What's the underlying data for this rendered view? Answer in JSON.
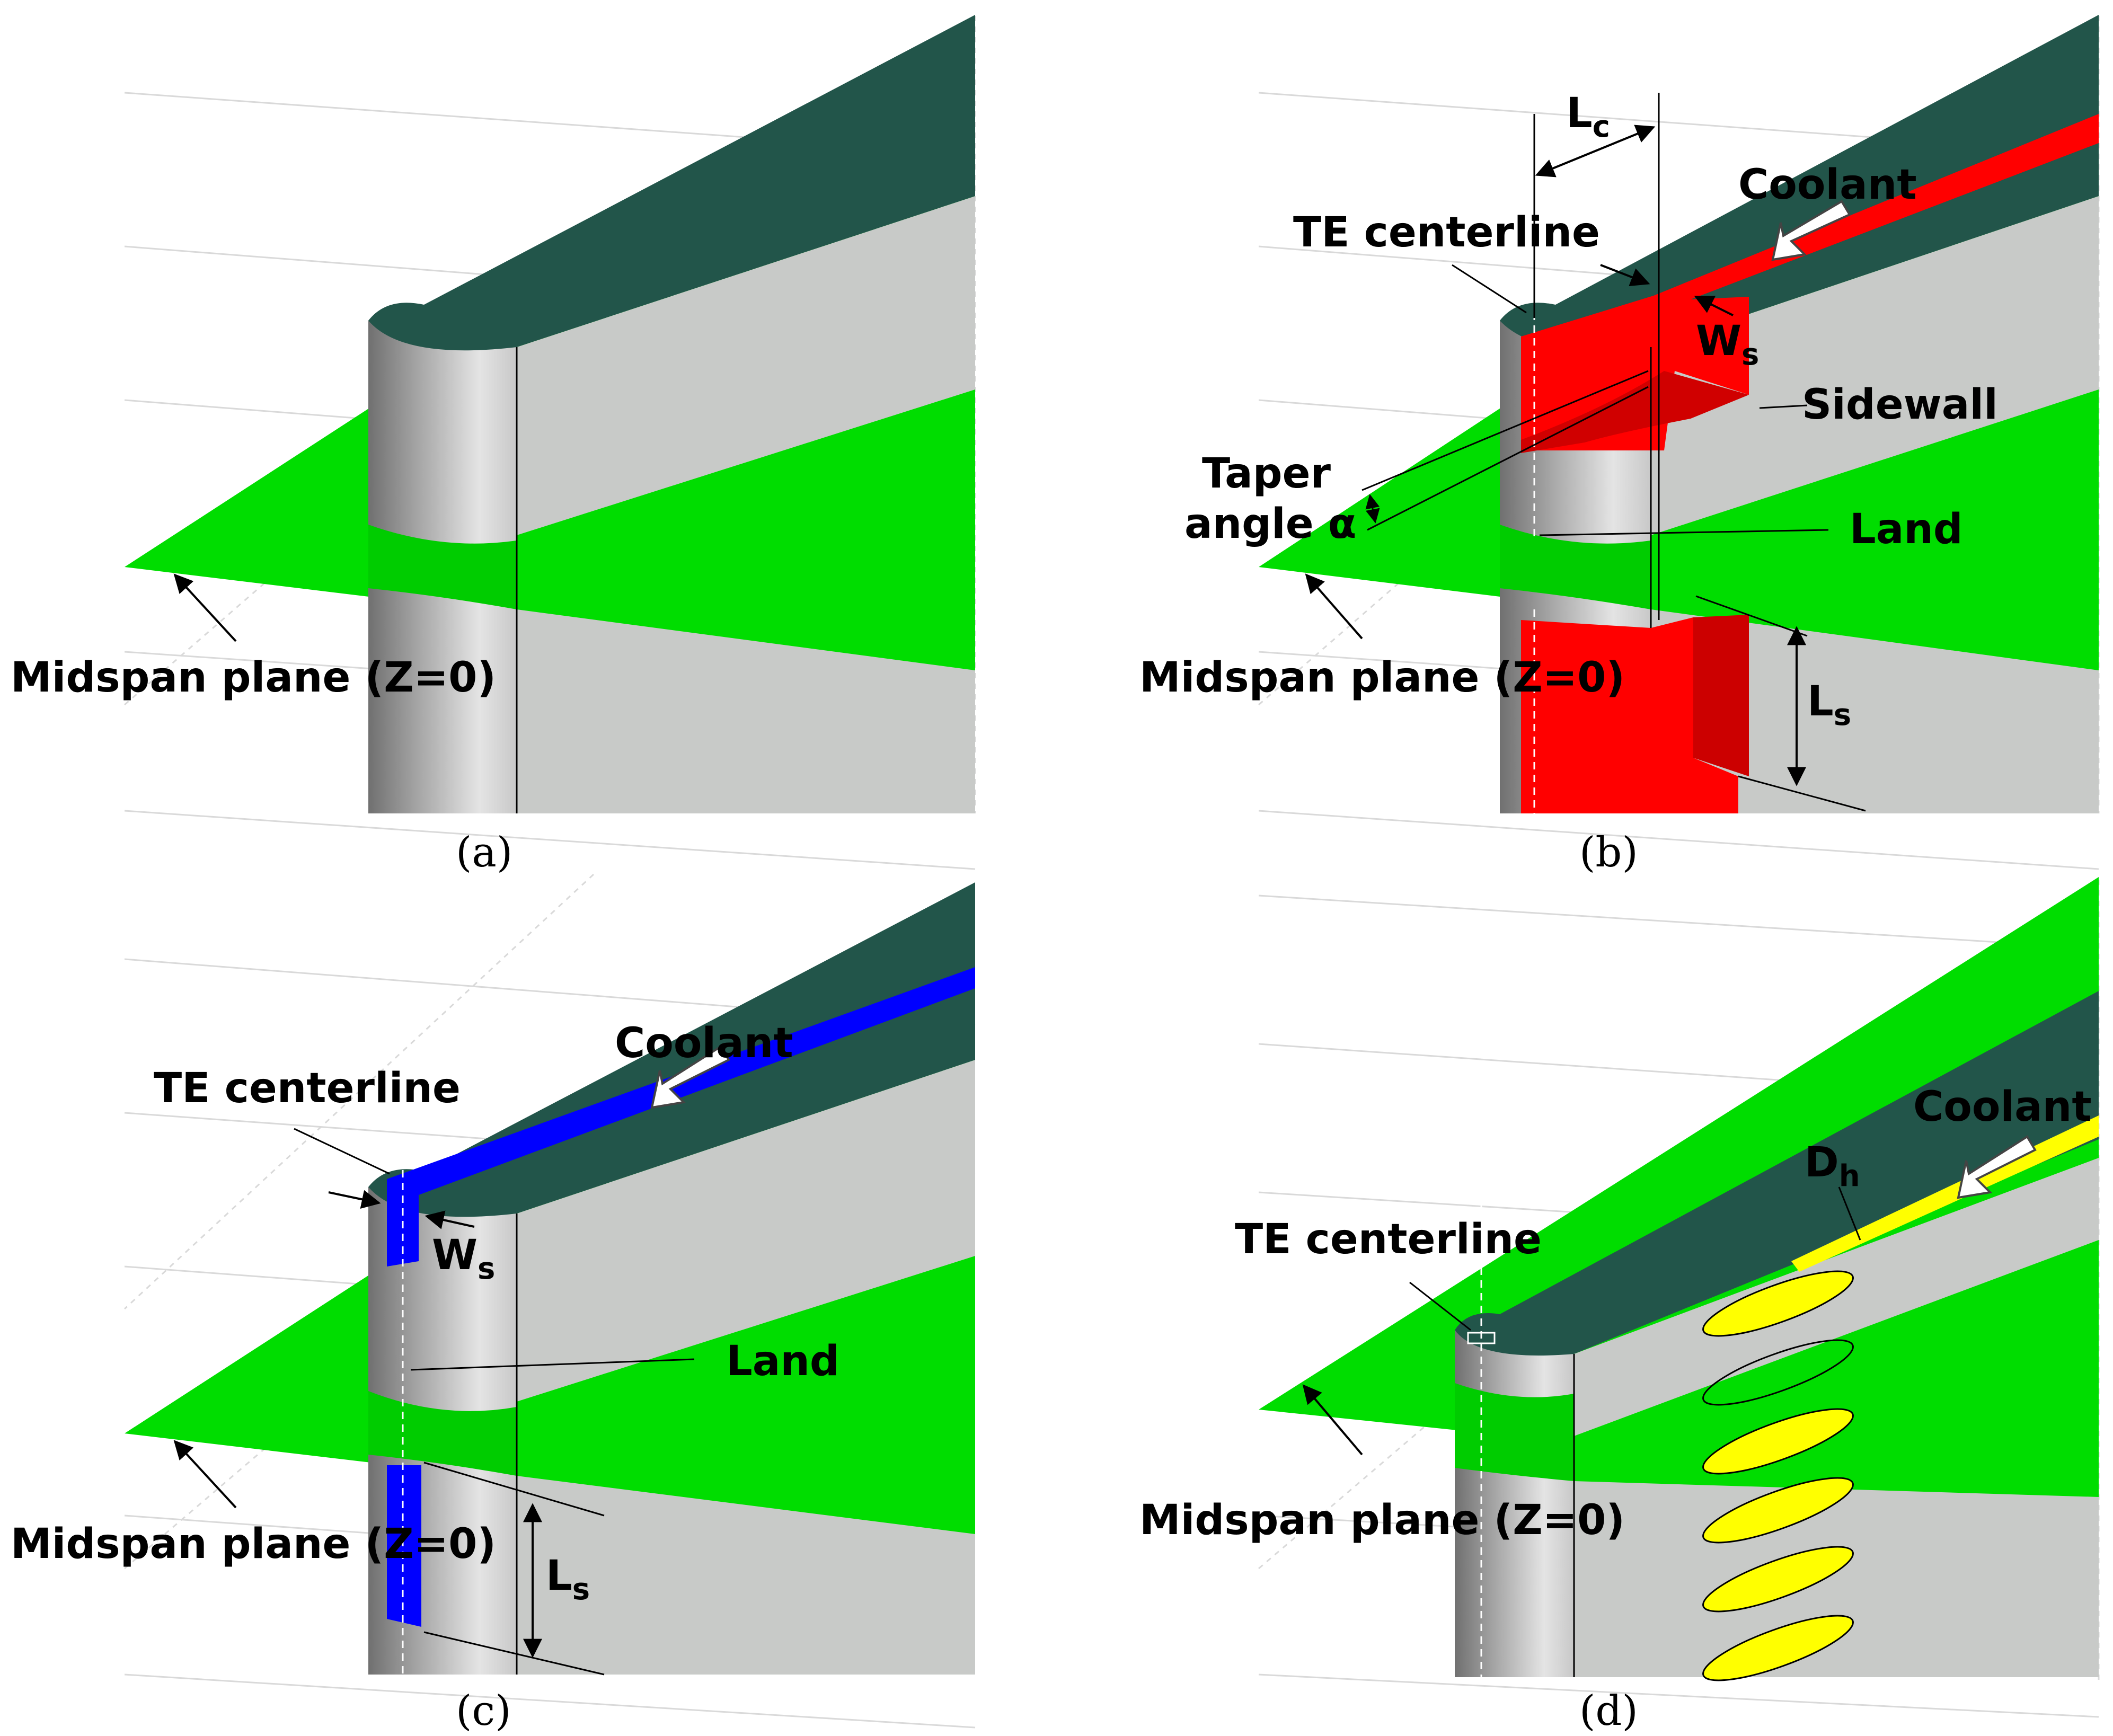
{
  "panels": {
    "a": {
      "caption": "(a)",
      "midspan_label": "Midspan plane (Z=0)"
    },
    "b": {
      "caption": "(b)",
      "midspan_label": "Midspan plane (Z=0)",
      "coolant_label": "Coolant",
      "te_centerline_label": "TE centerline",
      "sidewall_label": "Sidewall",
      "land_label": "Land",
      "taper_line1": "Taper",
      "taper_line2": "angle α",
      "lc_main": "L",
      "lc_sub": "c",
      "ws_main": "W",
      "ws_sub": "s",
      "ls_main": "L",
      "ls_sub": "s"
    },
    "c": {
      "caption": "(c)",
      "midspan_label": "Midspan plane (Z=0)",
      "coolant_label": "Coolant",
      "te_centerline_label": "TE centerline",
      "land_label": "Land",
      "ws_main": "W",
      "ws_sub": "s",
      "ls_main": "L",
      "ls_sub": "s"
    },
    "d": {
      "caption": "(d)",
      "midspan_label": "Midspan plane (Z=0)",
      "coolant_label": "Coolant",
      "te_centerline_label": "TE centerline",
      "dh_main": "D",
      "dh_sub": "h"
    }
  },
  "colors": {
    "plane_green": "#00dd00",
    "blade_top_dark": "#22554a",
    "blade_side_gray": "#c8cac8",
    "slot_red": "#ff0000",
    "slot_blue": "#0000ff",
    "hole_yellow": "#ffff00"
  }
}
